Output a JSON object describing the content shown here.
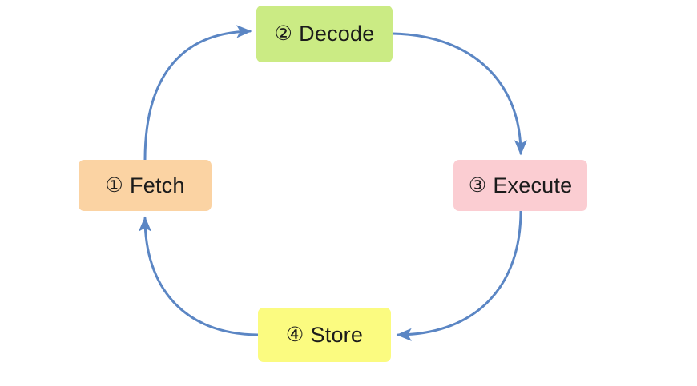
{
  "diagram": {
    "type": "cycle-flowchart",
    "title": "",
    "background_color": "#ffffff",
    "edge_color": "#5b86c4",
    "edge_width": 3,
    "nodes": [
      {
        "id": "fetch",
        "marker": "①",
        "label": "Fetch",
        "color": "#fbd3a3",
        "text_color": "#1b1b1b"
      },
      {
        "id": "decode",
        "marker": "②",
        "label": "Decode",
        "color": "#cbeb84",
        "text_color": "#1b1b1b"
      },
      {
        "id": "execute",
        "marker": "③",
        "label": "Execute",
        "color": "#fbcdd2",
        "text_color": "#1b1b1b"
      },
      {
        "id": "store",
        "marker": "④",
        "label": "Store",
        "color": "#fbfb80",
        "text_color": "#1b1b1b"
      }
    ],
    "edges": [
      {
        "id": "fetch-to-decode",
        "from": "fetch",
        "to": "decode",
        "label": "",
        "arrowhead": "to"
      },
      {
        "id": "decode-to-execute",
        "from": "decode",
        "to": "execute",
        "label": "",
        "arrowhead": "to"
      },
      {
        "id": "execute-to-store",
        "from": "execute",
        "to": "store",
        "label": "",
        "arrowhead": "to"
      },
      {
        "id": "store-to-fetch",
        "from": "store",
        "to": "fetch",
        "label": "",
        "arrowhead": "to"
      }
    ]
  }
}
